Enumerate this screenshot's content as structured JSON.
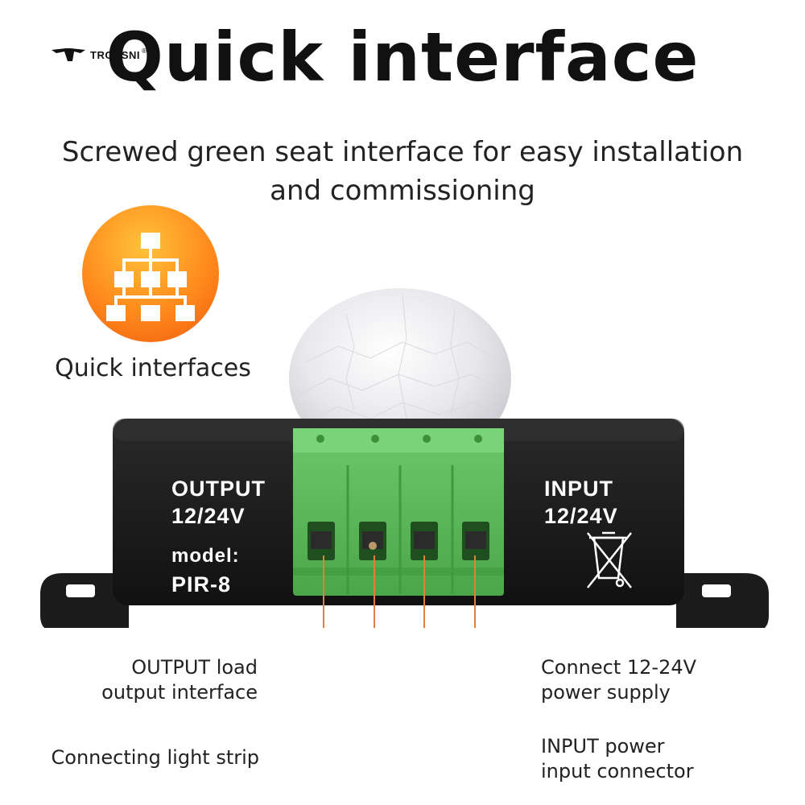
{
  "brand": {
    "logo_text": "TRONSNI",
    "logo_mark": "®"
  },
  "header": {
    "title": "Quick interface",
    "subtitle_line1": "Screwed green seat interface for easy installation",
    "subtitle_line2": "and commissioning"
  },
  "feature": {
    "icon": "network-hierarchy-icon",
    "label": "Quick interfaces",
    "color_start": "#ffc23a",
    "color_end": "#f05a0e"
  },
  "device": {
    "output_line1": "OUTPUT",
    "output_line2": "12/24V",
    "model_line1": "model:",
    "model_line2": "PIR-8",
    "input_line1": "INPUT",
    "input_line2": "12/24V",
    "disposal_icon": "crossed-bin-icon",
    "terminal_color": "#5bb85a",
    "body_color": "#1b1b1b"
  },
  "callouts": {
    "output_load_line1": "OUTPUT load",
    "output_load_line2": "output interface",
    "light_strip": "Connecting light strip",
    "power_supply_line1": "Connect 12-24V",
    "power_supply_line2": "power supply",
    "input_power_line1": "INPUT power",
    "input_power_line2": "input connector",
    "line_color": "#e0803a"
  }
}
